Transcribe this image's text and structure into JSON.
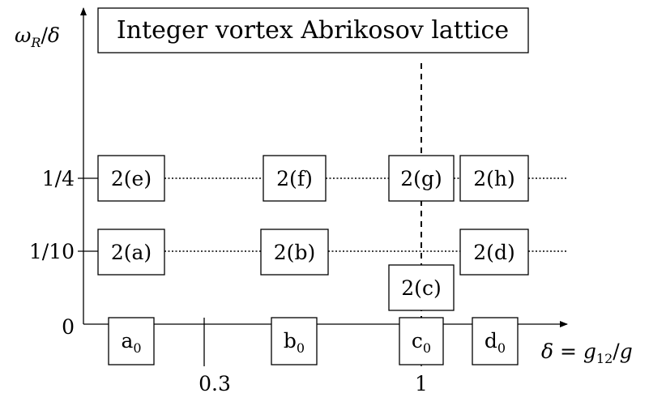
{
  "title": "Integer vortex Abrikosov lattice",
  "y_axis_label": "ωR/δ",
  "x_axis_label": "δ = g12/g",
  "y_ticks": [
    "1/4",
    "1/10",
    "0"
  ],
  "x_ticks": [
    "0.3",
    "1"
  ],
  "row_quarter": [
    "2(e)",
    "2(f)",
    "2(g)",
    "2(h)"
  ],
  "row_tenth": [
    "2(a)",
    "2(b)",
    "2(d)"
  ],
  "row_tenth_below": "2(c)",
  "row_zero": [
    "a0",
    "b0",
    "c0",
    "d0"
  ]
}
